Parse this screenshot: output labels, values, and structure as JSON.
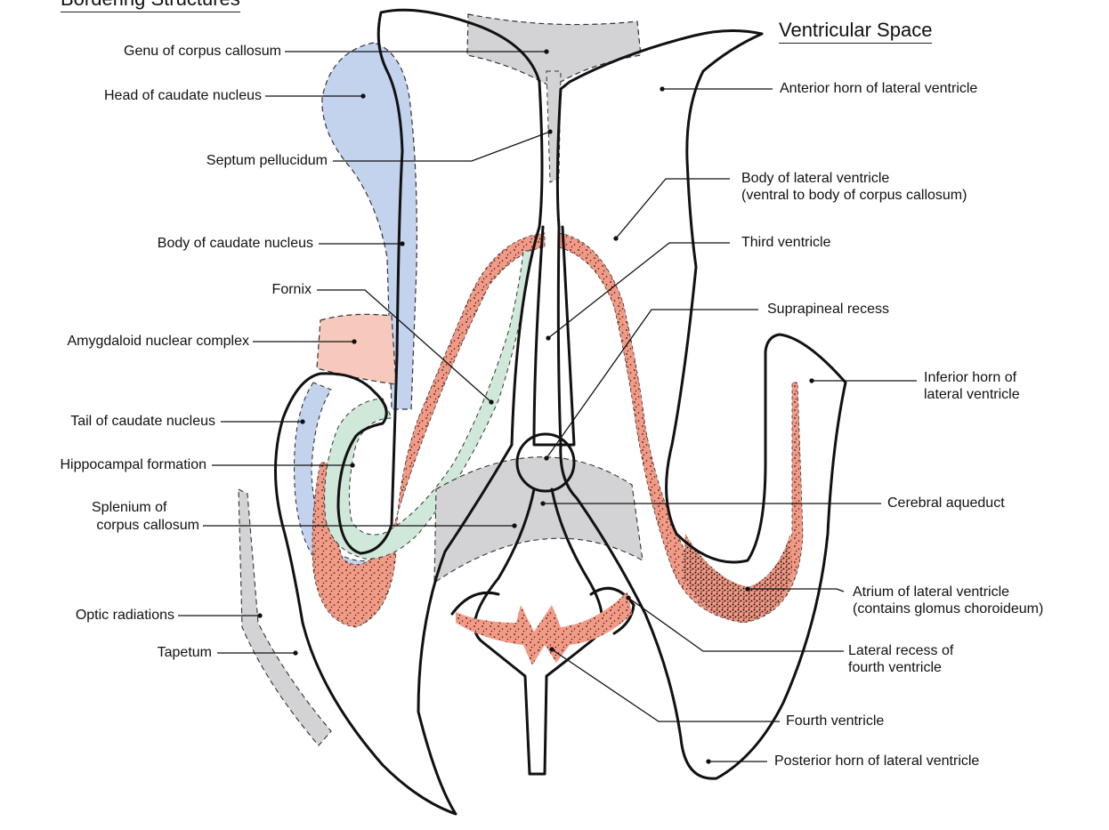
{
  "headings": {
    "left": "Bordering Structures",
    "right": "Ventricular Space"
  },
  "labels": {
    "genu": "Genu of corpus callosum",
    "head_caudate": "Head of caudate nucleus",
    "septum": "Septum pellucidum",
    "body_caudate": "Body of caudate nucleus",
    "fornix": "Fornix",
    "amygdala": "Amygdaloid nuclear complex",
    "tail_caudate": "Tail of caudate nucleus",
    "hippocampal": "Hippocampal formation",
    "splenium_1": "Splenium of",
    "splenium_2": "corpus callosum",
    "optic": "Optic radiations",
    "tapetum": "Tapetum",
    "anterior_horn": "Anterior horn of lateral ventricle",
    "body_lv_1": "Body of lateral ventricle",
    "body_lv_2": "(ventral to body of corpus callosum)",
    "third_ventricle": "Third ventricle",
    "suprapineal": "Suprapineal recess",
    "inferior_horn_1": "Inferior horn of",
    "inferior_horn_2": "lateral ventricle",
    "aqueduct": "Cerebral aqueduct",
    "atrium_1": "Atrium of lateral ventricle",
    "atrium_2": "(contains glomus choroideum)",
    "lateral_recess_1": "Lateral recess of",
    "lateral_recess_2": "fourth ventricle",
    "fourth_ventricle": "Fourth ventricle",
    "posterior_horn": "Posterior horn of lateral ventricle"
  },
  "colors": {
    "caudate_blue": "#c3d3ee",
    "amygdala_pink": "#f7c9bd",
    "choroid_salmon": "#f29a86",
    "hippocampus_green": "#cfe8da",
    "callosum_gray": "#d3d3d5",
    "outline": "#111111"
  }
}
